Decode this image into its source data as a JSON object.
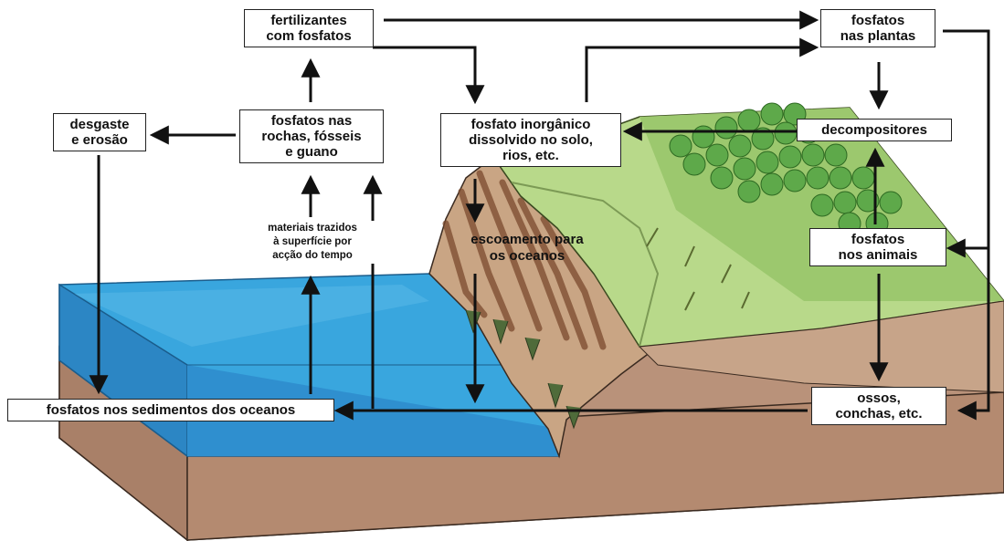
{
  "labels": {
    "fertilizantes": [
      "fertilizantes",
      "com fosfatos"
    ],
    "fosfatos_plantas": [
      "fosfatos",
      "nas plantas"
    ],
    "desgaste": [
      "desgaste",
      "e erosão"
    ],
    "fosfatos_rochas": [
      "fosfatos nas",
      "rochas, fósseis",
      "e guano"
    ],
    "fosfato_inorganico": [
      "fosfato inorgânico",
      "dissolvido no solo,",
      "rios, etc."
    ],
    "decompositores": [
      "decompositores"
    ],
    "materiais": [
      "materiais trazidos",
      "à superfície por",
      "acção do tempo"
    ],
    "escoamento": [
      "escoamento para",
      "os oceanos"
    ],
    "fosfatos_animais": [
      "fosfatos",
      "nos animais"
    ],
    "sedimentos": [
      "fosfatos nos sedimentos dos oceanos"
    ],
    "ossos": [
      "ossos,",
      "conchas, etc."
    ]
  },
  "colors": {
    "ocean_top": "#39a6de",
    "ocean_front": "#2f8fcf",
    "soil": "#b9927a",
    "hill_green": "#b8d98a",
    "forest": "#5ea94a",
    "cliff": "#8a5a3c"
  }
}
